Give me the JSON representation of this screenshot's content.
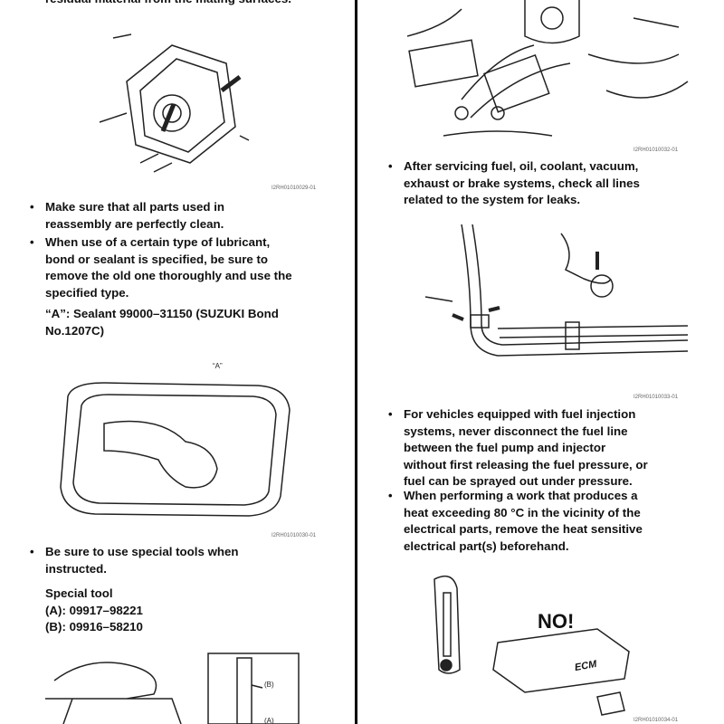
{
  "left": {
    "top_text": "residual material from the mating surfaces.",
    "fig1_code": "I2RH01010029-01",
    "bullets": [
      {
        "lines": [
          "Make sure that all parts used in",
          "reassembly are perfectly clean."
        ]
      },
      {
        "lines": [
          "When use of a certain type of lubricant,",
          "bond or sealant is specified, be sure to",
          "remove the old one thoroughly and use the",
          "specified type."
        ]
      }
    ],
    "sealant": [
      "“A”:  Sealant 99000–31150 (SUZUKI Bond",
      "No.1207C)"
    ],
    "fig2_label": "“A”",
    "fig2_code": "I2RH01010030-01",
    "bullet3": [
      "Be sure to use special tools when",
      "instructed."
    ],
    "special_tool": {
      "title": "Special tool",
      "a": "(A):  09917–98221",
      "b": "(B):  09916–58210"
    },
    "fig3_labels": [
      "(B)",
      "(A)"
    ]
  },
  "right": {
    "fig1_code": "I2RH01010032-01",
    "bullets": [
      {
        "lines": [
          "After servicing fuel, oil, coolant, vacuum,",
          "exhaust or brake systems, check all lines",
          "related to the system for leaks."
        ]
      },
      {
        "lines": [
          "For vehicles equipped with fuel injection",
          "systems, never disconnect the fuel line",
          "between the fuel pump and injector",
          "without first releasing the fuel pressure, or",
          "fuel can be sprayed out under pressure."
        ]
      },
      {
        "lines": [
          "When performing a work that produces a",
          "heat exceeding 80 °C in the vicinity of the",
          "electrical parts, remove the heat sensitive",
          "electrical part(s) beforehand."
        ]
      }
    ],
    "fig2_code": "I2RH01010033-01",
    "fig3_no": "NO!",
    "fig3_ecm": "ECM",
    "fig3_code": "I2RH01010034-01"
  },
  "bullet_char": "•"
}
